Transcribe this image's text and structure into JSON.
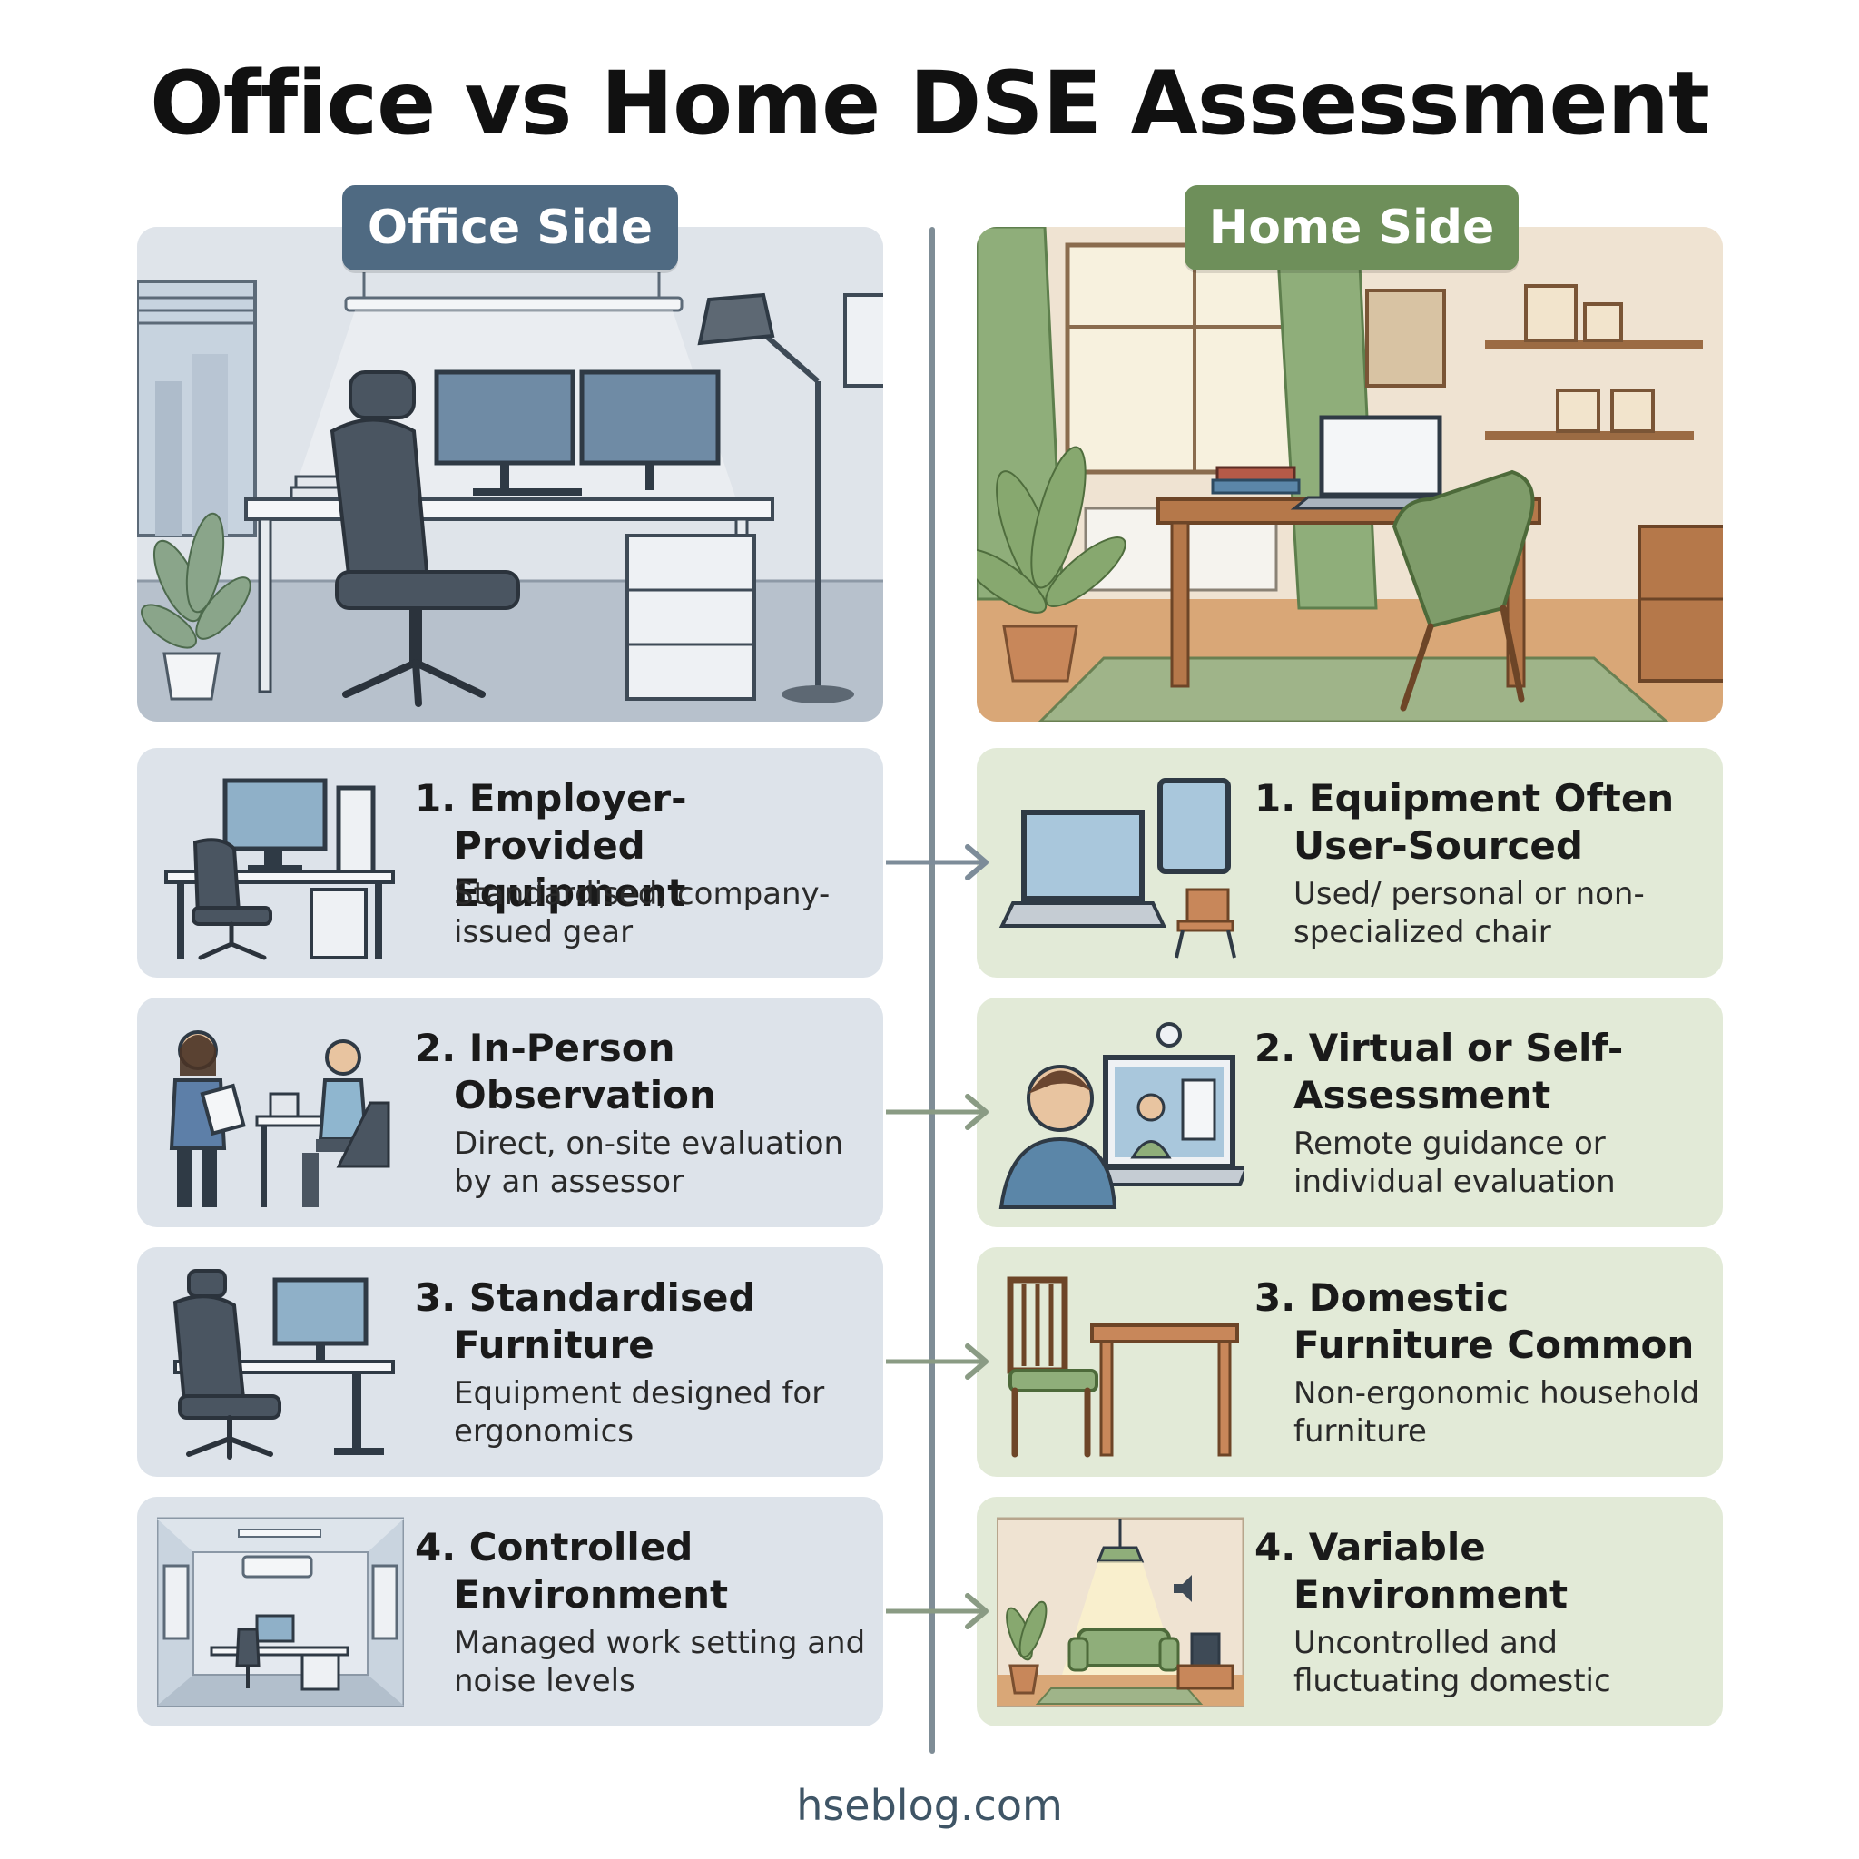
{
  "title": "Office vs Home DSE Assessment",
  "office": {
    "label": "Office Side",
    "items": [
      {
        "heading": "1. Employer-Provided Equipment",
        "desc": "Standardised, company-issued gear"
      },
      {
        "heading": "2. In-Person Observation",
        "desc": "Direct, on-site evaluation by an assessor"
      },
      {
        "heading": "3. Standardised Furniture",
        "desc": "Equipment designed for ergonomics"
      },
      {
        "heading": "4. Controlled Environment",
        "desc": "Managed work setting and noise levels"
      }
    ]
  },
  "home": {
    "label": "Home Side",
    "items": [
      {
        "heading": "1. Equipment Often User-Sourced",
        "desc": "Used/ personal or non-specialized chair"
      },
      {
        "heading": "2. Virtual or Self-Assessment",
        "desc": "Remote guidance or individual evaluation"
      },
      {
        "heading": "3. Domestic Furniture Common",
        "desc": "Non-ergonomic household furniture"
      },
      {
        "heading": "4. Variable Environment",
        "desc": "Uncontrolled and fluctuating domestic"
      }
    ]
  },
  "footer": "hseblog.com",
  "colors": {
    "office_accent": "#4f6a82",
    "home_accent": "#6e8f5a",
    "office_card": "#dde3ea",
    "home_card": "#e2ead7",
    "divider": "#7f8d96"
  }
}
